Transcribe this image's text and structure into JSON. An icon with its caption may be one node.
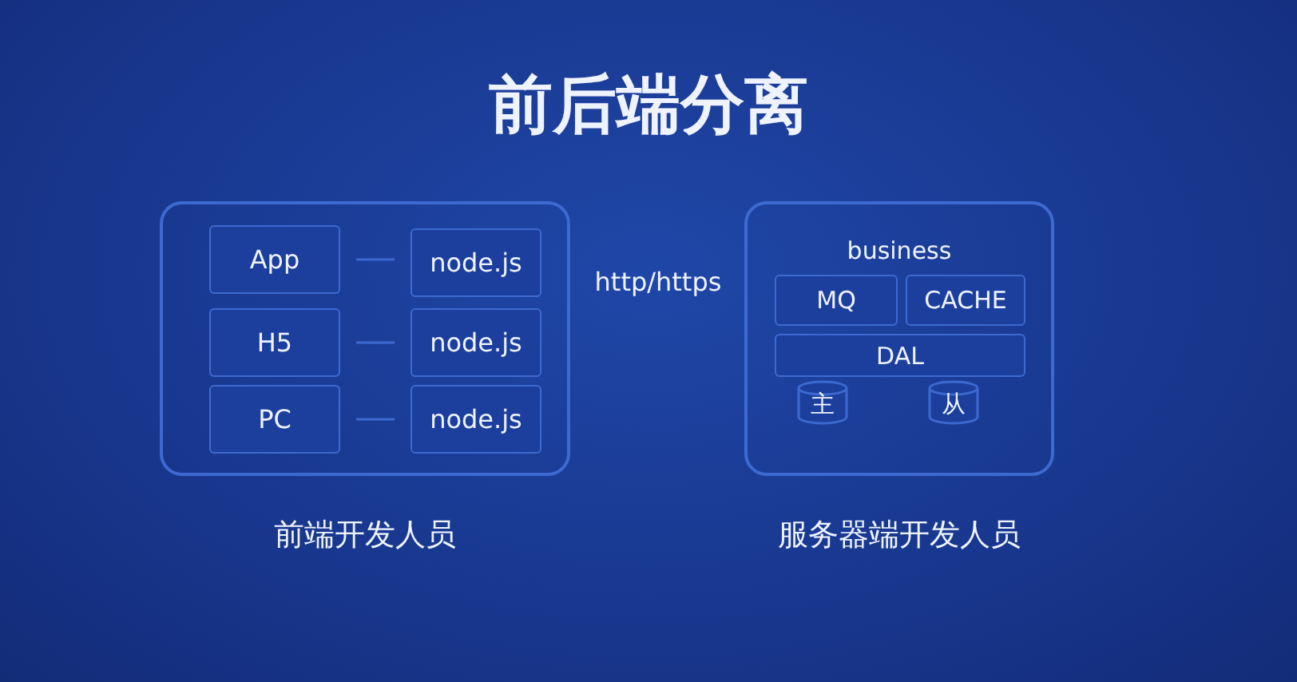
{
  "diagram": {
    "title": "前后端分离",
    "nodes": [
      {
        "text": [],
        "shape": "box",
        "beside": [
          "前端开发人员"
        ]
      },
      {
        "text": [
          "App"
        ],
        "in": 0
      },
      {
        "text": [
          "node.js"
        ],
        "in": 0
      },
      {
        "text": [
          "H5"
        ],
        "in": 0
      },
      {
        "text": [
          "node.js"
        ],
        "in": 0
      },
      {
        "text": [
          "PC"
        ],
        "in": 0
      },
      {
        "text": [
          "node.js"
        ],
        "in": 0
      },
      {
        "text": [
          "business"
        ],
        "beside": [
          "服务器端开发人员"
        ]
      },
      {
        "text": [
          "MQ"
        ],
        "in": 7
      },
      {
        "text": [
          "CACHE"
        ],
        "in": 7
      },
      {
        "text": [
          "DAL"
        ],
        "in": 7
      },
      {
        "text": [
          "主"
        ],
        "in": 7
      },
      {
        "text": [
          "从"
        ],
        "in": 7
      }
    ],
    "edges": [
      {
        "from": 1,
        "to": 2,
        "arrow": "none"
      },
      {
        "from": 3,
        "to": 4,
        "arrow": "none"
      },
      {
        "from": 5,
        "to": 6,
        "arrow": "none"
      }
    ],
    "labels": [
      "http/https"
    ]
  }
}
